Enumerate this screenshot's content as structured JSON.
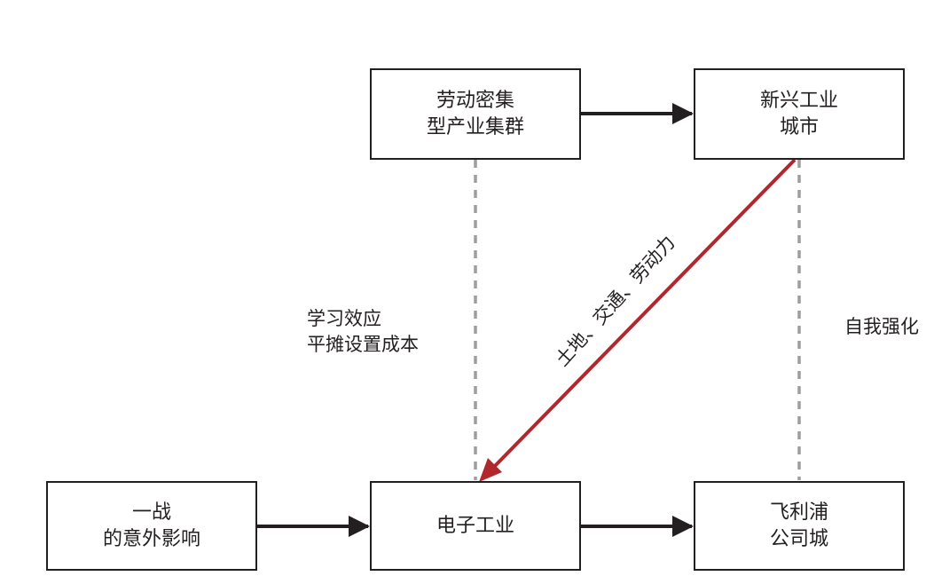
{
  "nodes": {
    "labor_cluster": {
      "line1": "劳动密集",
      "line2": "型产业集群"
    },
    "new_industrial_city": {
      "line1": "新兴工业",
      "line2": "城市"
    },
    "wwi_impact": {
      "line1": "一战",
      "line2": "的意外影响"
    },
    "electronics": {
      "line1": "电子工业"
    },
    "philips_company_town": {
      "line1": "飞利浦",
      "line2": "公司城"
    }
  },
  "edge_labels": {
    "learning": {
      "line1": "学习效应",
      "line2": "平摊设置成本"
    },
    "factors": "土地、交通、劳动力",
    "self_reinforce": "自我强化"
  },
  "colors": {
    "line": "#231f20",
    "dashed": "#9e9e9e",
    "accent": "#b0282c"
  }
}
